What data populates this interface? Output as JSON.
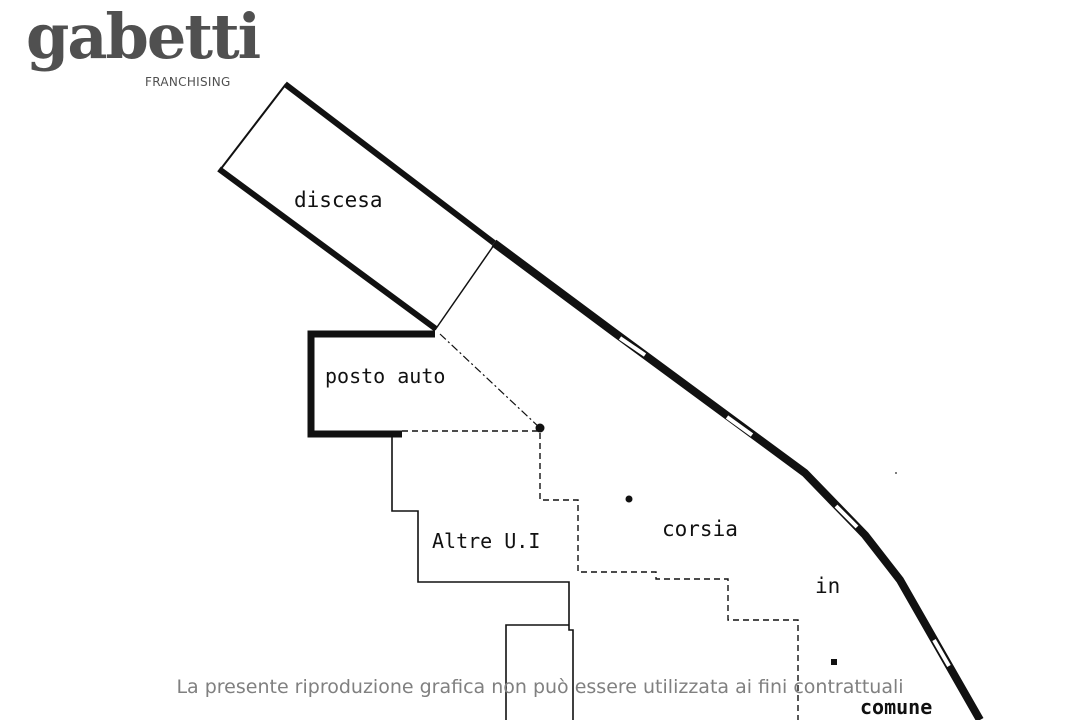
{
  "logo": {
    "word": "gabetti",
    "sub": "FRANCHISING"
  },
  "plan": {
    "labels": {
      "discesa": "discesa",
      "posto_auto": "posto auto",
      "altre": "Altre U.I",
      "corsia": "corsia",
      "in": "in",
      "comune": "comune"
    }
  },
  "disclaimer": "La presente riproduzione grafica non può essere utilizzata ai fini contrattuali",
  "colors": {
    "ink": "#111111",
    "logo": "#505050",
    "disclaimer": "#808080"
  }
}
